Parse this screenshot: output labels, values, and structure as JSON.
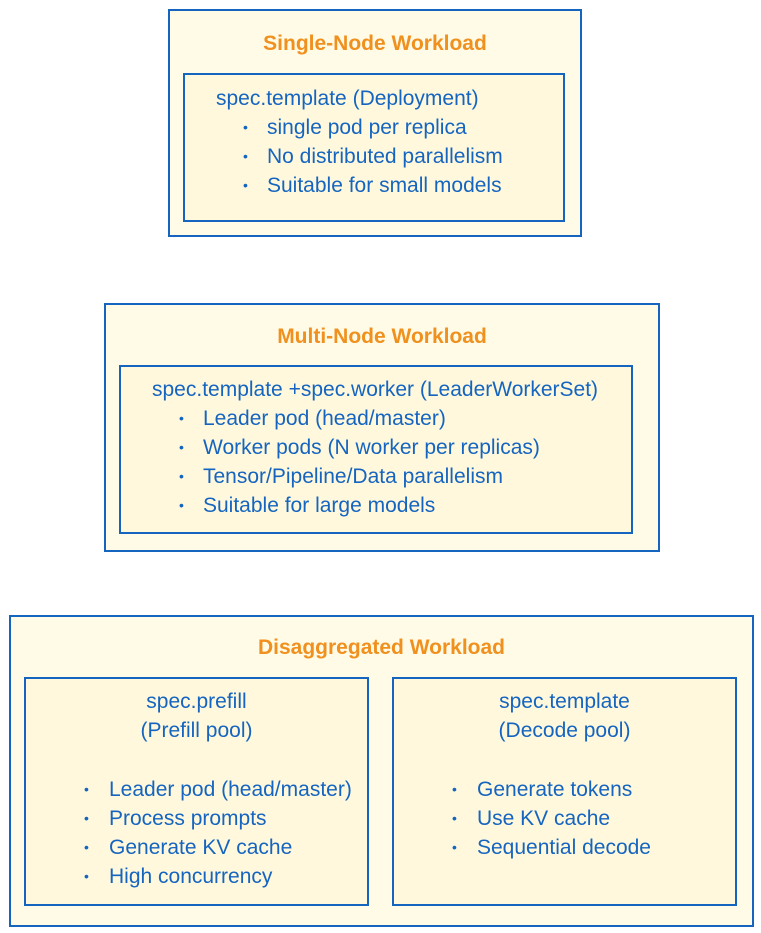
{
  "single": {
    "title": "Single-Node Workload",
    "header": "spec.template (Deployment)",
    "bullets": [
      "single pod per replica",
      "No distributed parallelism",
      "Suitable for small models"
    ]
  },
  "multi": {
    "title": "Multi-Node Workload",
    "header": "spec.template +spec.worker (LeaderWorkerSet)",
    "bullets": [
      "Leader pod (head/master)",
      "Worker pods (N worker per replicas)",
      "Tensor/Pipeline/Data parallelism",
      "Suitable for large models"
    ]
  },
  "disagg": {
    "title": "Disaggregated Workload",
    "prefill": {
      "header1": "spec.prefill",
      "header2": "(Prefill pool)",
      "bullets": [
        "Leader pod (head/master)",
        "Process prompts",
        "Generate KV cache",
        "High concurrency"
      ]
    },
    "decode": {
      "header1": "spec.template",
      "header2": "(Decode pool)",
      "bullets": [
        "Generate tokens",
        "Use KV cache",
        "Sequential decode"
      ]
    }
  },
  "bullet_char": "•"
}
